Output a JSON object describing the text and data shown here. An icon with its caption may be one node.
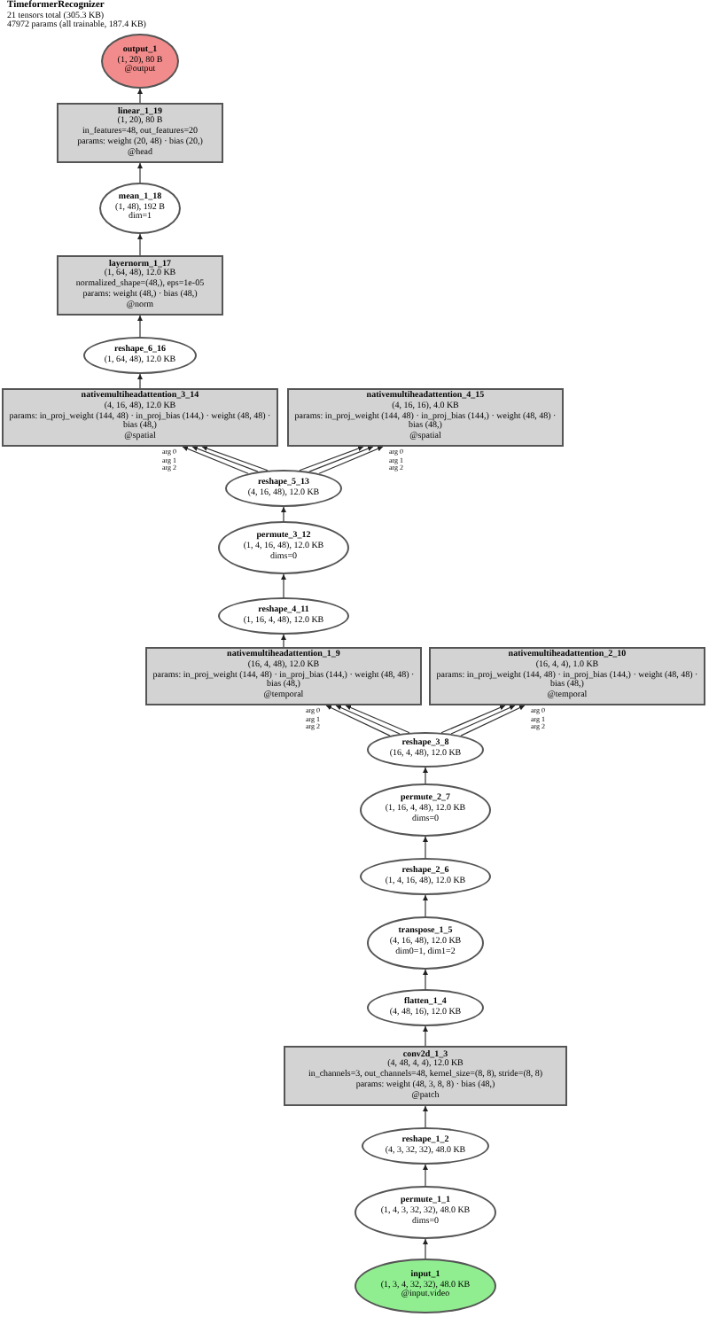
{
  "diagram": {
    "title": "TimeformerRecognizer",
    "nodes": [
      {
        "text": [
          "output_1",
          "(1, 20), 80 B",
          "@output"
        ]
      },
      {
        "text": [
          "linear_1_19",
          "(1, 20), 80 B",
          "in_features=48, out_features=20",
          "params: weight (20, 48) · bias (20,)",
          "@head"
        ]
      },
      {
        "text": [
          "mean_1_18",
          "(1, 48), 192 B",
          "dim=1"
        ]
      },
      {
        "text": [
          "layernorm_1_17",
          "(1, 64, 48), 12.0 KB",
          "normalized_shape=(48,), eps=1e-05",
          "params: weight (48,) · bias (48,)",
          "@norm"
        ]
      },
      {
        "text": [
          "reshape_6_16",
          "(1, 64, 48), 12.0 KB"
        ]
      },
      {
        "text": [
          "nativemultiheadattention_3_14",
          "(4, 16, 48), 12.0 KB",
          "params: in_proj_weight (144, 48) · in_proj_bias (144,) · weight (48, 48) · bias (48,)",
          "@spatial"
        ]
      },
      {
        "text": [
          "nativemultiheadattention_4_15",
          "(4, 16, 16), 4.0 KB",
          "params: in_proj_weight (144, 48) · in_proj_bias (144,) · weight (48, 48) · bias (48,)",
          "@spatial"
        ]
      },
      {
        "text": [
          "reshape_5_13",
          "(4, 16, 48), 12.0 KB"
        ]
      },
      {
        "text": [
          "permute_3_12",
          "(1, 4, 16, 48), 12.0 KB",
          "dims=0"
        ]
      },
      {
        "text": [
          "reshape_4_11",
          "(1, 16, 4, 48), 12.0 KB"
        ]
      },
      {
        "text": [
          "nativemultiheadattention_1_9",
          "(16, 4, 48), 12.0 KB",
          "params: in_proj_weight (144, 48) · in_proj_bias (144,) · weight (48, 48) · bias (48,)",
          "@temporal"
        ]
      },
      {
        "text": [
          "nativemultiheadattention_2_10",
          "(16, 4, 4), 1.0 KB",
          "params: in_proj_weight (144, 48) · in_proj_bias (144,) · weight (48, 48) · bias (48,)",
          "@temporal"
        ]
      },
      {
        "text": [
          "reshape_3_8",
          "(16, 4, 48), 12.0 KB"
        ]
      },
      {
        "text": [
          "permute_2_7",
          "(1, 16, 4, 48), 12.0 KB",
          "dims=0"
        ]
      },
      {
        "text": [
          "reshape_2_6",
          "(1, 4, 16, 48), 12.0 KB"
        ]
      },
      {
        "text": [
          "transpose_1_5",
          "(4, 16, 48), 12.0 KB",
          "dim0=1, dim1=2"
        ]
      },
      {
        "text": [
          "flatten_1_4",
          "(4, 48, 16), 12.0 KB"
        ]
      },
      {
        "text": [
          "conv2d_1_3",
          "(4, 48, 4, 4), 12.0 KB",
          "in_channels=3, out_channels=48, kernel_size=(8, 8), stride=(8, 8)",
          "params: weight (48, 3, 8, 8) · bias (48,)",
          "@patch"
        ]
      },
      {
        "text": [
          "reshape_1_2",
          "(4, 3, 32, 32), 48.0 KB"
        ]
      },
      {
        "text": [
          "permute_1_1",
          "(1, 4, 3, 32, 32), 48.0 KB",
          "dims=0"
        ]
      },
      {
        "text": [
          "input_1",
          "(1, 3, 4, 32, 32), 48.0 KB",
          "@input.video"
        ]
      }
    ],
    "edges": [
      {
        "from": 20,
        "to": 19,
        "arrow": "to"
      },
      {
        "from": 19,
        "to": 18,
        "arrow": "to"
      },
      {
        "from": 18,
        "to": 17,
        "arrow": "to"
      },
      {
        "from": 17,
        "to": 16,
        "arrow": "to"
      },
      {
        "from": 16,
        "to": 15,
        "arrow": "to"
      },
      {
        "from": 15,
        "to": 14,
        "arrow": "to"
      },
      {
        "from": 14,
        "to": 13,
        "arrow": "to"
      },
      {
        "from": 13,
        "to": 12,
        "arrow": "to"
      },
      {
        "from": 12,
        "to": 10,
        "arrow": "to",
        "label": "arg 0"
      },
      {
        "from": 12,
        "to": 10,
        "arrow": "to",
        "label": "arg 1"
      },
      {
        "from": 12,
        "to": 10,
        "arrow": "to",
        "label": "arg 2"
      },
      {
        "from": 12,
        "to": 11,
        "arrow": "to",
        "label": "arg 0"
      },
      {
        "from": 12,
        "to": 11,
        "arrow": "to",
        "label": "arg 1"
      },
      {
        "from": 12,
        "to": 11,
        "arrow": "to",
        "label": "arg 2"
      },
      {
        "from": 10,
        "to": 9,
        "arrow": "to"
      },
      {
        "from": 9,
        "to": 8,
        "arrow": "to"
      },
      {
        "from": 8,
        "to": 7,
        "arrow": "to"
      },
      {
        "from": 7,
        "to": 5,
        "arrow": "to",
        "label": "arg 0"
      },
      {
        "from": 7,
        "to": 5,
        "arrow": "to",
        "label": "arg 1"
      },
      {
        "from": 7,
        "to": 5,
        "arrow": "to",
        "label": "arg 2"
      },
      {
        "from": 7,
        "to": 6,
        "arrow": "to",
        "label": "arg 0"
      },
      {
        "from": 7,
        "to": 6,
        "arrow": "to",
        "label": "arg 1"
      },
      {
        "from": 7,
        "to": 6,
        "arrow": "to",
        "label": "arg 2"
      },
      {
        "from": 5,
        "to": 4,
        "arrow": "to"
      },
      {
        "from": 4,
        "to": 3,
        "arrow": "to"
      },
      {
        "from": 3,
        "to": 2,
        "arrow": "to"
      },
      {
        "from": 2,
        "to": 1,
        "arrow": "to"
      },
      {
        "from": 1,
        "to": 0,
        "arrow": "to"
      }
    ],
    "labels": [
      "21 tensors total (305.3 KB)",
      "47972 params (all trainable, 187.4 KB)"
    ]
  }
}
